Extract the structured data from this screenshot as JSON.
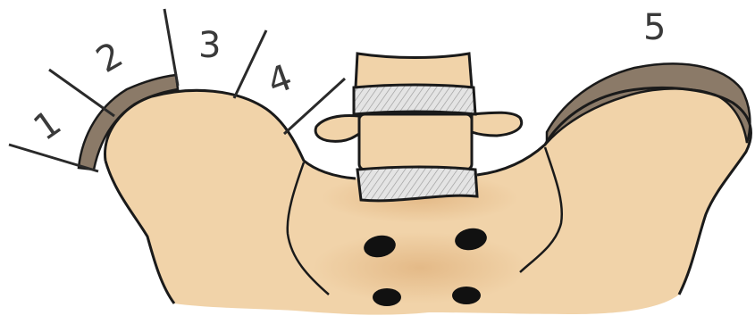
{
  "labels": {
    "l1": "1",
    "l2": "2",
    "l3": "3",
    "l4": "4",
    "l5": "5"
  },
  "colors": {
    "bone": "#F1D3A9",
    "bone_shadow": "#E2B37C",
    "cartilage": "#8B7A68",
    "outline": "#1a1a1a",
    "disc": "#DADADA",
    "foramen": "#111111"
  }
}
